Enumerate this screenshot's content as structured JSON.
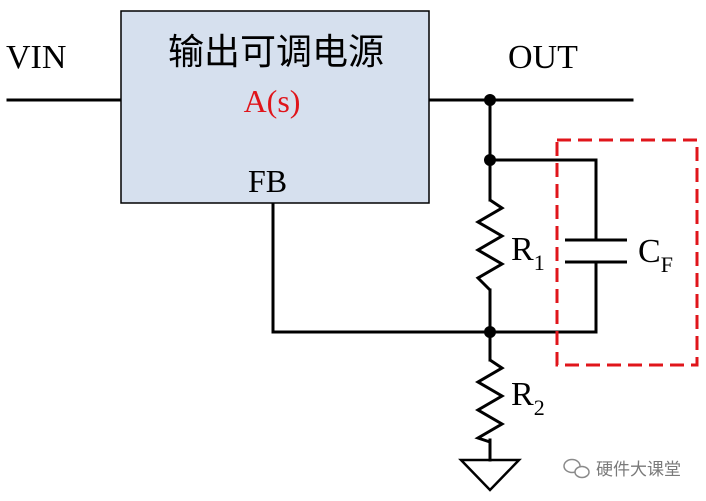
{
  "labels": {
    "vin": "VIN",
    "out": "OUT",
    "block_title": "输出可调电源",
    "block_func": "A(s)",
    "fb": "FB",
    "r1": "R",
    "r1_sub": "1",
    "r2": "R",
    "r2_sub": "2",
    "cf": "C",
    "cf_sub": "F"
  },
  "watermark": {
    "text": "硬件大课堂",
    "icon": "wechat-icon"
  },
  "colors": {
    "block_fill": "#d6e0ee",
    "wire": "#000000",
    "highlight": "#e0151b",
    "func_text": "#e0151b"
  }
}
